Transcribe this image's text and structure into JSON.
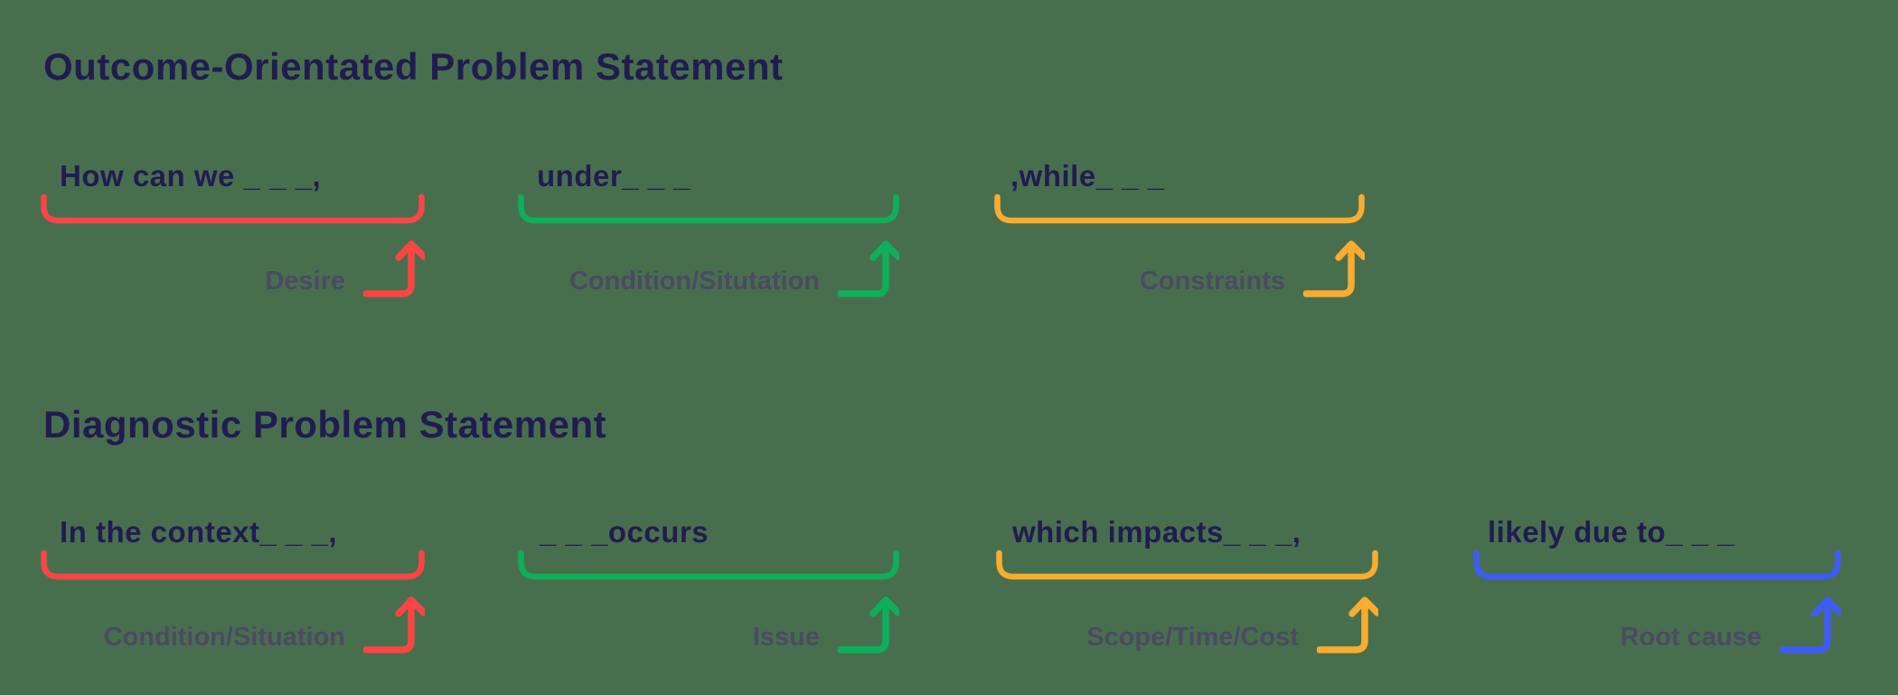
{
  "colors": {
    "background": "#486F4D",
    "text_dark": "#221B52",
    "label": "#4C4965",
    "red": "#FA4545",
    "green": "#0DAF5C",
    "amber": "#F9AC2F",
    "blue": "#3F5BF6"
  },
  "sections": [
    {
      "title": "Outcome-Orientated Problem Statement",
      "segments": [
        {
          "statement": "How can we _ _ _,",
          "label": "Desire",
          "color": "#FA4545"
        },
        {
          "statement": "under_ _ _",
          "label": "Condition/Situtation",
          "color": "#0DAF5C"
        },
        {
          "statement": ",while_ _ _",
          "label": "Constraints",
          "color": "#F9AC2F"
        }
      ]
    },
    {
      "title": "Diagnostic Problem Statement",
      "segments": [
        {
          "statement": "In the context_ _ _,",
          "label": "Condition/Situation",
          "color": "#FA4545"
        },
        {
          "statement": "_ _ _occurs",
          "label": "Issue",
          "color": "#0DAF5C"
        },
        {
          "statement": "which impacts_ _ _,",
          "label": "Scope/Time/Cost",
          "color": "#F9AC2F"
        },
        {
          "statement": "likely due to_ _ _",
          "label": "Root cause",
          "color": "#3F5BF6"
        }
      ]
    }
  ]
}
